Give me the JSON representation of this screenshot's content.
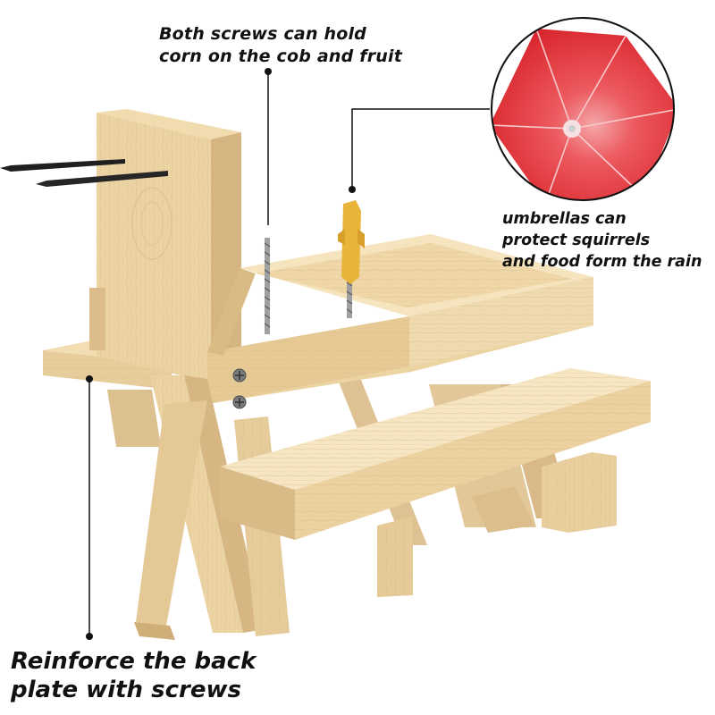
{
  "callouts": {
    "screws": {
      "line1": "Both screws can hold",
      "line2": "corn on the cob and fruit"
    },
    "umbrella": {
      "line1": "umbrellas can",
      "line2": "protect squirrels",
      "line3": "and food form the rain"
    },
    "reinforce": {
      "line1": "Reinforce the back",
      "line2": "plate with screws"
    }
  },
  "colors": {
    "wood": "#ecd5a7",
    "wood_light": "#f5e3bd",
    "wood_dark": "#d4b380",
    "umbrella_red": "#e8343a",
    "anchor_yellow": "#e9b43a",
    "screw_gray": "#9a9a9a",
    "spike_black": "#1f1f1f",
    "leader_line": "#111111"
  }
}
